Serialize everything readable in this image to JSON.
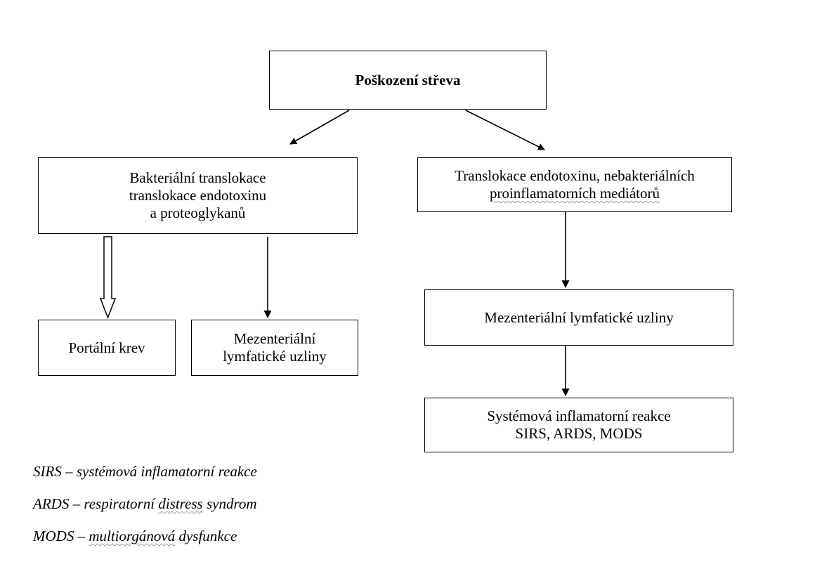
{
  "nodes": {
    "gut_damage": "Poškození střeva",
    "bacterial_translocation": {
      "line1": "Bakteriální translokace",
      "line2": "translokace endotoxinu",
      "line3": "a proteoglykanů"
    },
    "endotoxin_translocation": {
      "line1": "Translokace endotoxinu, nebakteriálních",
      "line2": "proinflamatorních mediátorů"
    },
    "portal_blood": "Portální krev",
    "mesenteric_nodes_left": {
      "line1": "Mezenteriální",
      "line2": "lymfatické uzliny"
    },
    "mesenteric_nodes_right": "Mezenteriální lymfatické uzliny",
    "systemic_reaction": {
      "line1": "Systémová inflamatorní reakce",
      "line2": "SIRS, ARDS, MODS"
    }
  },
  "legend": {
    "sirs": {
      "abbr": "SIRS",
      "sep": " – ",
      "pre": "systémová inflamatorní reakce",
      "flag": "",
      "post": ""
    },
    "ards": {
      "abbr": "ARDS",
      "sep": " – ",
      "pre": "respiratorní ",
      "flag": "distress",
      "post": " syndrom"
    },
    "mods": {
      "abbr": "MODS",
      "sep": " – ",
      "pre": "",
      "flag": "multiorgánová",
      "post": " dysfunkce"
    }
  },
  "colors": {
    "line": "#000000",
    "background": "#ffffff",
    "spellcheck_underline": "#9a9a9a"
  }
}
